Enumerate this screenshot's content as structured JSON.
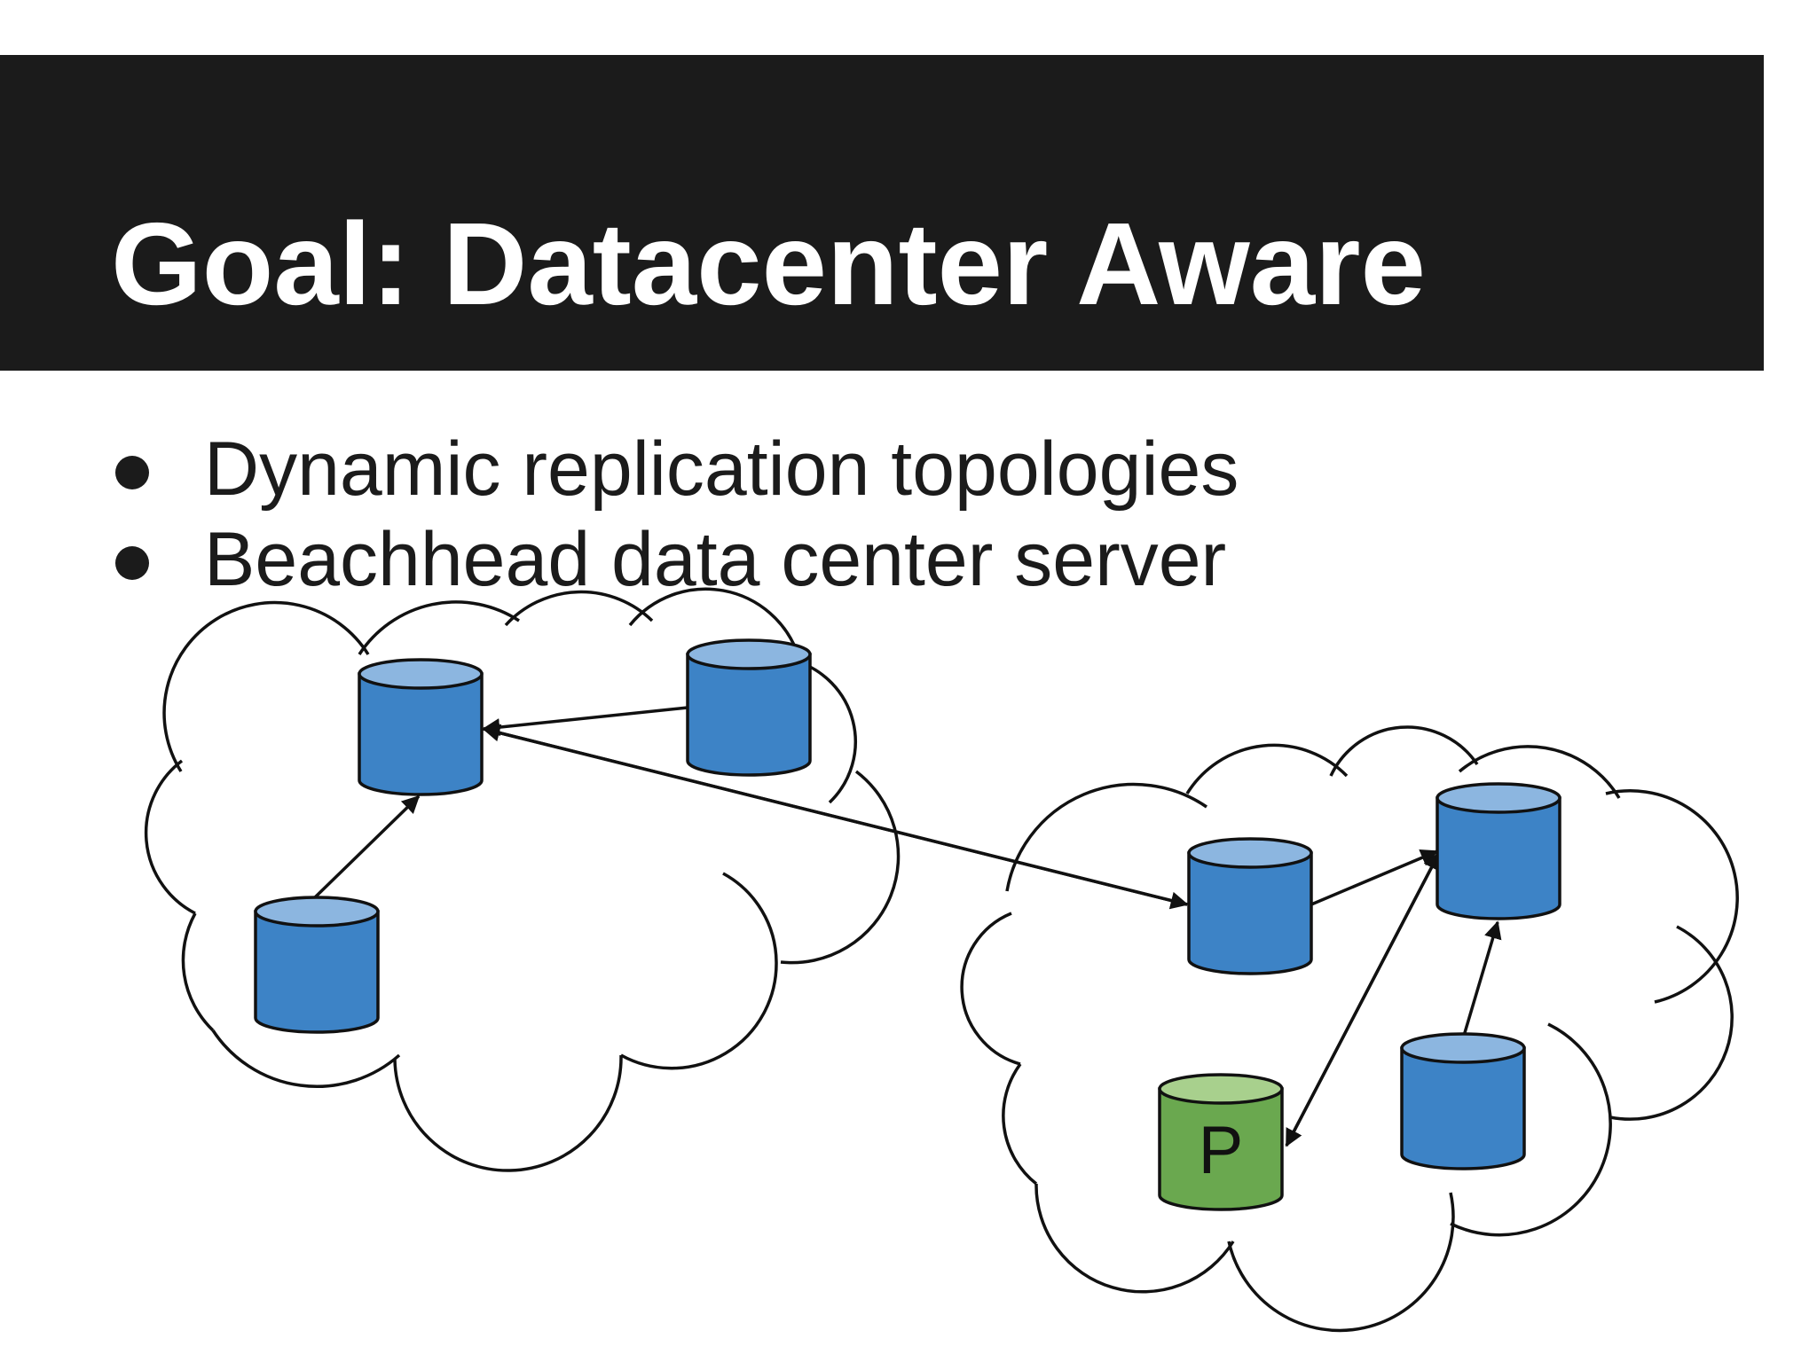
{
  "slide": {
    "title": "Goal: Datacenter Aware",
    "bullets": [
      "Dynamic replication topologies",
      "Beachhead data center server"
    ]
  },
  "diagram": {
    "colors": {
      "replica_body": "#3d83c6",
      "replica_top": "#8cb6e0",
      "primary_body": "#6aa84f",
      "primary_top": "#a8d08d",
      "stroke": "#111111",
      "title_bar": "#1b1b1b"
    },
    "primary_label": "P"
  }
}
